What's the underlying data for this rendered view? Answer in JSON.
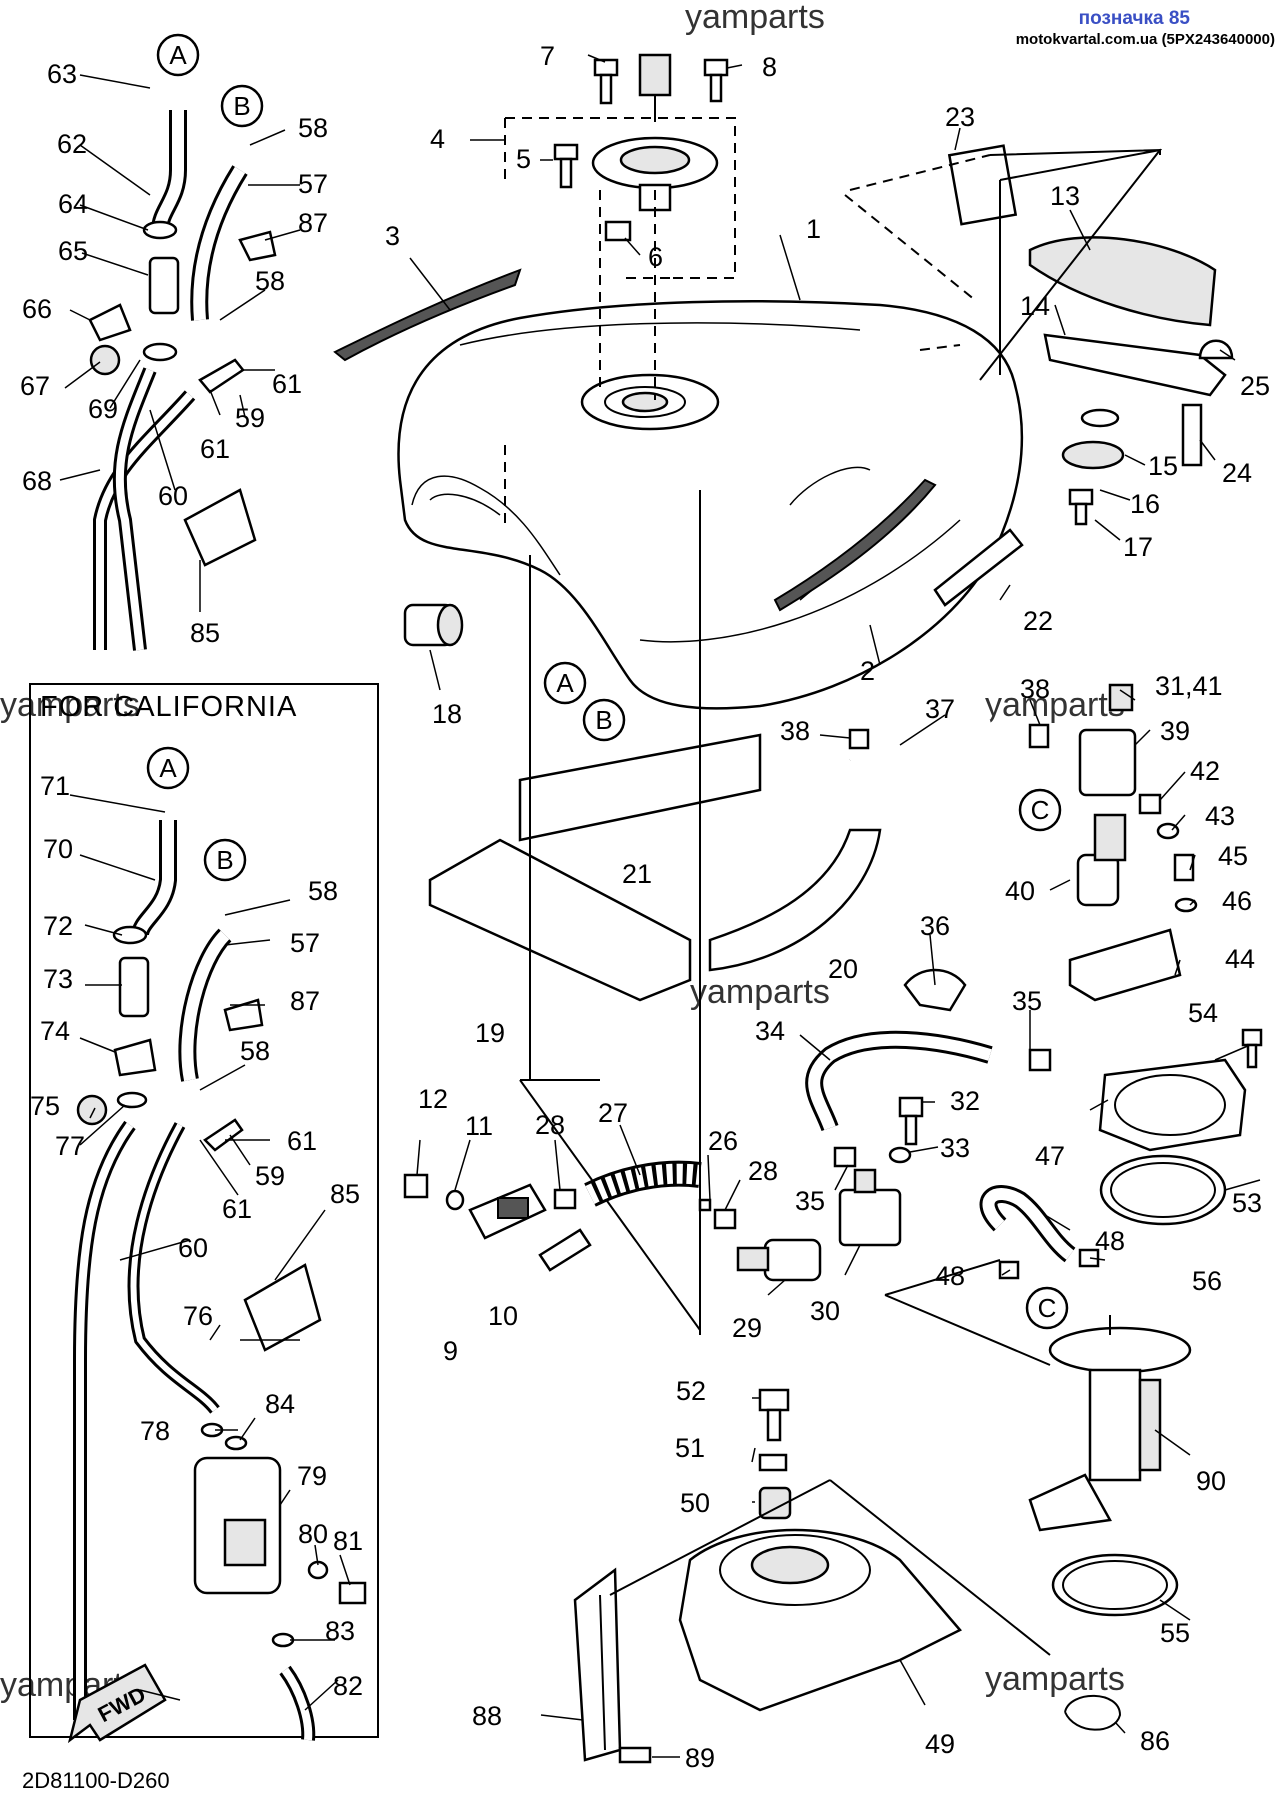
{
  "header": {
    "title": "позначка 85",
    "subtitle": "motokvartal.com.ua (5PX243640000)"
  },
  "watermark": "yamparts",
  "california_box_title": "FOR CALIFORNIA",
  "fwd_label": "FWD",
  "diagram_code": "2D81100-D260",
  "connectors": {
    "a": "A",
    "b": "B",
    "c": "C"
  },
  "callouts": {
    "n1": "1",
    "n2": "2",
    "n3": "3",
    "n4": "4",
    "n5": "5",
    "n6": "6",
    "n7": "7",
    "n8": "8",
    "n9": "9",
    "n10": "10",
    "n11": "11",
    "n12": "12",
    "n13": "13",
    "n14": "14",
    "n15": "15",
    "n16": "16",
    "n17": "17",
    "n18": "18",
    "n19": "19",
    "n20": "20",
    "n21": "21",
    "n22": "22",
    "n23": "23",
    "n24": "24",
    "n25": "25",
    "n26": "26",
    "n27": "27",
    "n28a": "28",
    "n28b": "28",
    "n29": "29",
    "n30": "30",
    "n31_41": "31,41",
    "n32": "32",
    "n33": "33",
    "n34": "34",
    "n35a": "35",
    "n35b": "35",
    "n36": "36",
    "n37": "37",
    "n38a": "38",
    "n38b": "38",
    "n39": "39",
    "n40": "40",
    "n42": "42",
    "n43": "43",
    "n44": "44",
    "n45": "45",
    "n46": "46",
    "n47": "47",
    "n48a": "48",
    "n48b": "48",
    "n49": "49",
    "n50": "50",
    "n51": "51",
    "n52": "52",
    "n53": "53",
    "n54": "54",
    "n55": "55",
    "n56": "56",
    "n57a": "57",
    "n58a": "58",
    "n58b": "58",
    "n59a": "59",
    "n60a": "60",
    "n61a": "61",
    "n61b": "61",
    "n62": "62",
    "n63": "63",
    "n64": "64",
    "n65": "65",
    "n66": "66",
    "n67": "67",
    "n68": "68",
    "n69": "69",
    "n85a": "85",
    "n87a": "87",
    "n57b": "57",
    "n58c": "58",
    "n58d": "58",
    "n59b": "59",
    "n60b": "60",
    "n61c": "61",
    "n61d": "61",
    "n70": "70",
    "n71": "71",
    "n72": "72",
    "n73": "73",
    "n74": "74",
    "n75": "75",
    "n76": "76",
    "n77": "77",
    "n78": "78",
    "n79": "79",
    "n80": "80",
    "n81": "81",
    "n82": "82",
    "n83": "83",
    "n84": "84",
    "n85b": "85",
    "n86": "86",
    "n87b": "87",
    "n88": "88",
    "n89": "89",
    "n90": "90"
  }
}
